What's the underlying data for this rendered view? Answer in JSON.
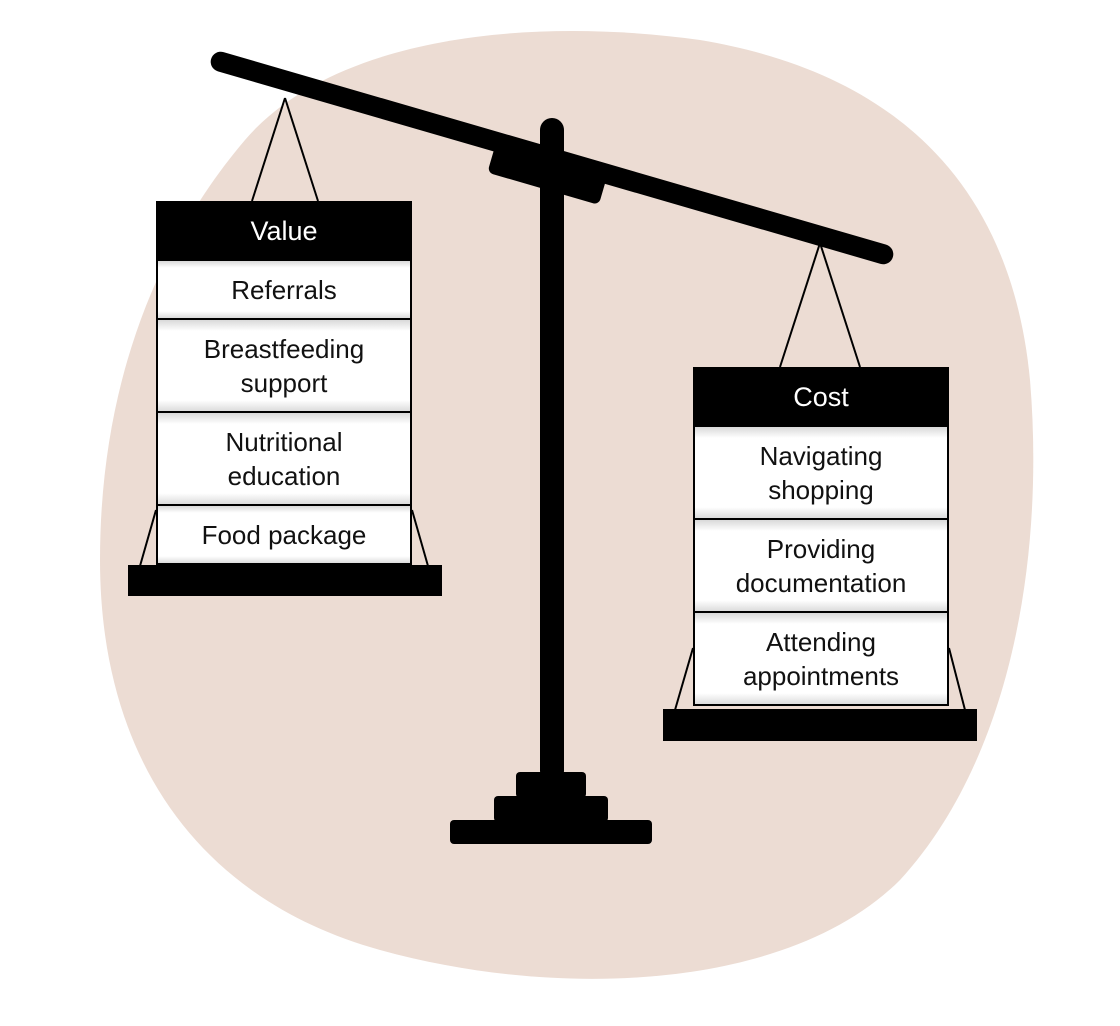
{
  "colors": {
    "blob": "#ecdcd3",
    "ink": "#000000"
  },
  "value_pan": {
    "title": "Value",
    "items": [
      "Referrals",
      "Breastfeeding\nsupport",
      "Nutritional\neducation",
      "Food package"
    ]
  },
  "cost_pan": {
    "title": "Cost",
    "items": [
      "Navigating\nshopping",
      "Providing\ndocumentation",
      "Attending\nappointments"
    ]
  }
}
